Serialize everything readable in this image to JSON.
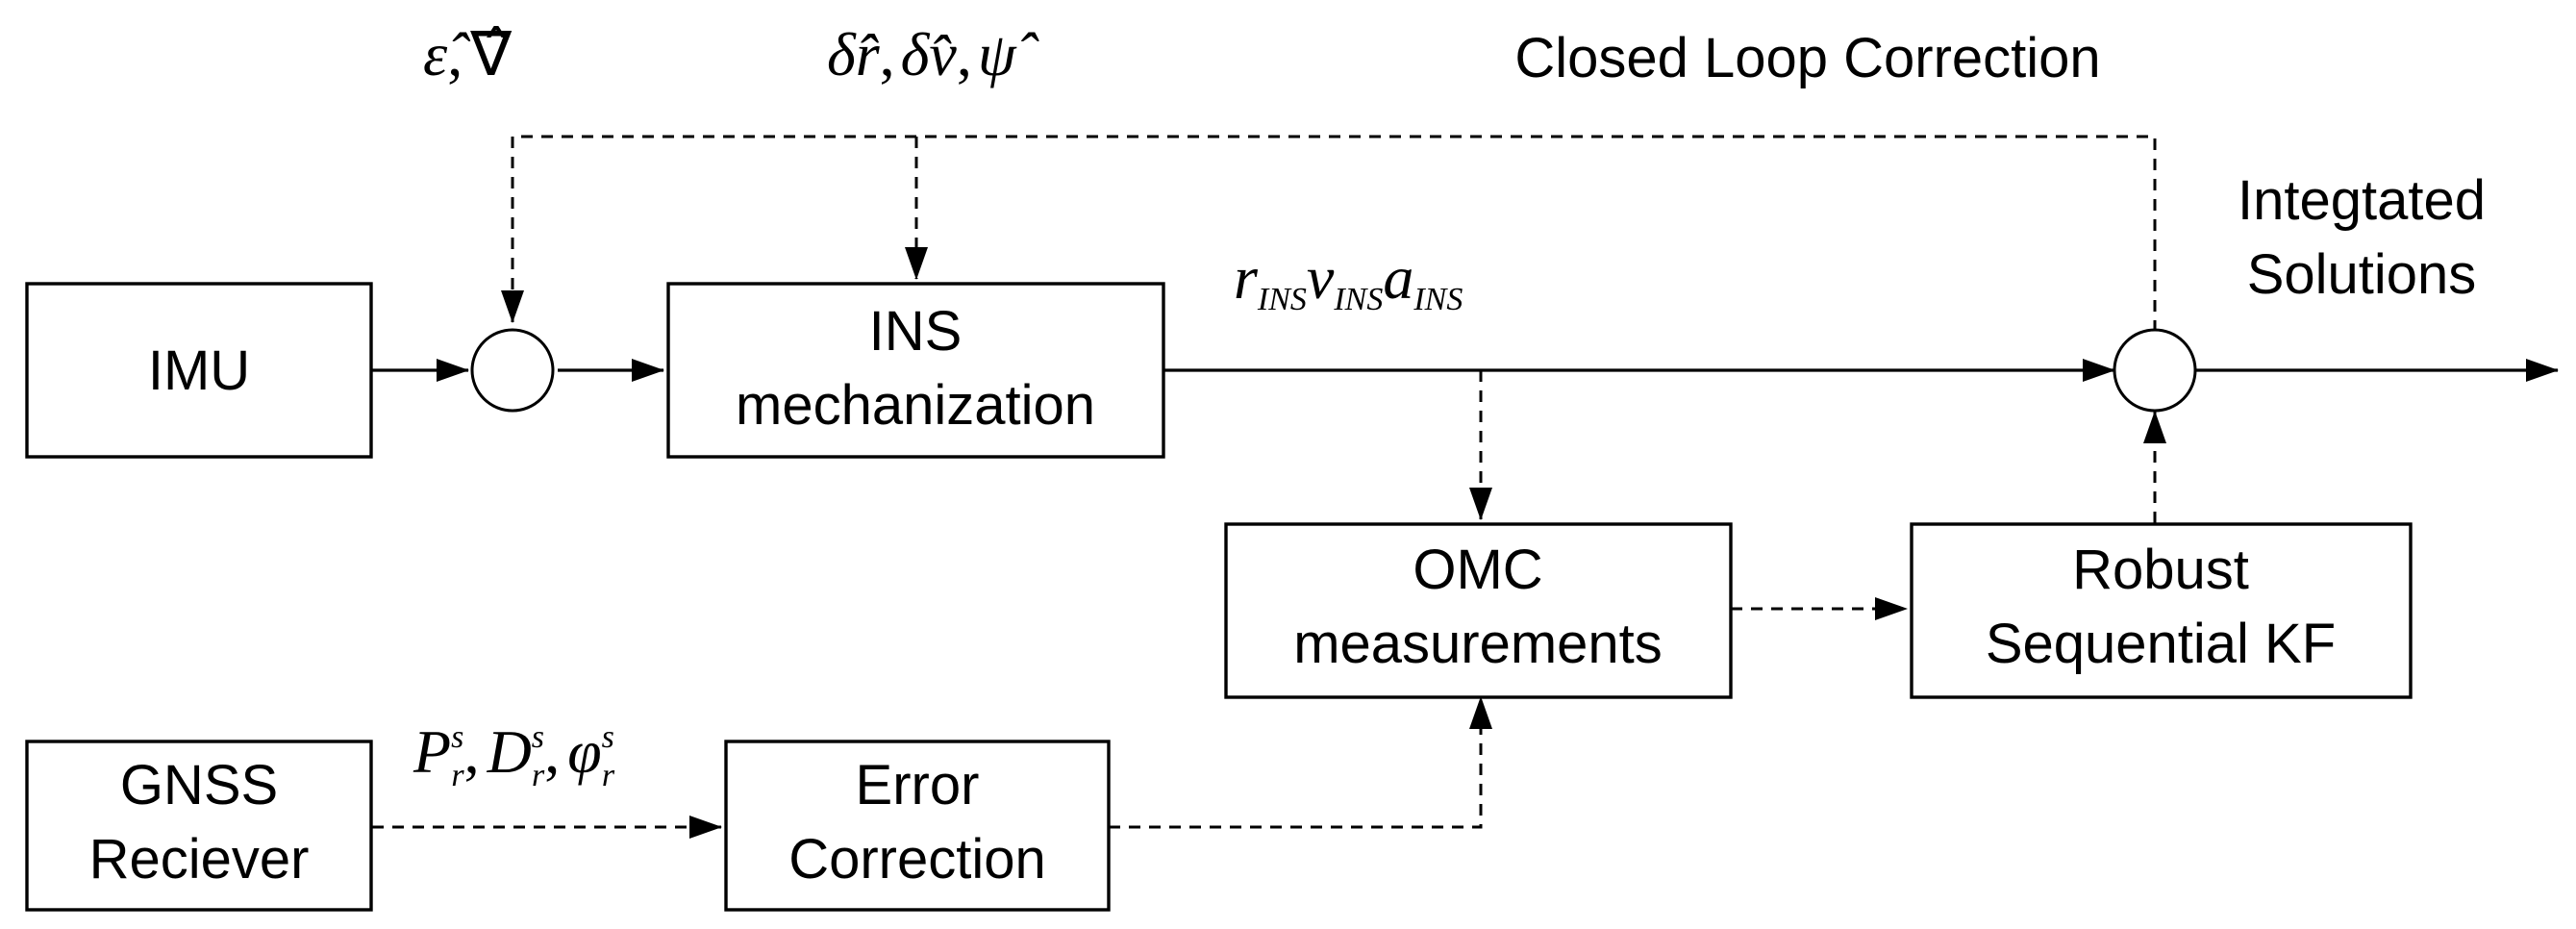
{
  "blocks": {
    "imu": "IMU",
    "ins_line1": "INS",
    "ins_line2": "mechanization",
    "omc_line1": "OMC",
    "omc_line2": "measurements",
    "kf_line1": "Robust",
    "kf_line2": "Sequential KF",
    "gnss_line1": "GNSS",
    "gnss_line2": "Reciever",
    "err_line1": "Error",
    "err_line2": "Correction"
  },
  "labels": {
    "closed_loop": "Closed Loop Correction",
    "integrated_line1": "Integtated",
    "integrated_line2": "Solutions"
  },
  "math": {
    "sensor_errors": {
      "epsilon": "ε̂",
      "comma": ",",
      "nabla": "∇̂"
    },
    "nav_errors": {
      "delta1": "δ",
      "r": "r̂",
      "c1": ",",
      "delta2": "δ",
      "v": "v̂",
      "c2": ",",
      "psi": "ψ̂"
    },
    "ins_outputs": {
      "r": "r",
      "r_sub": "INS",
      "v": "v",
      "v_sub": "INS",
      "a": "a",
      "a_sub": "INS"
    },
    "gnss_obs": {
      "P": "P",
      "P_sub": "r",
      "P_sup": "s",
      "c1": ",",
      "D": "D",
      "D_sub": "r",
      "D_sup": "s",
      "c2": ",",
      "phi": "φ",
      "phi_sub": "r",
      "phi_sup": "s"
    }
  }
}
